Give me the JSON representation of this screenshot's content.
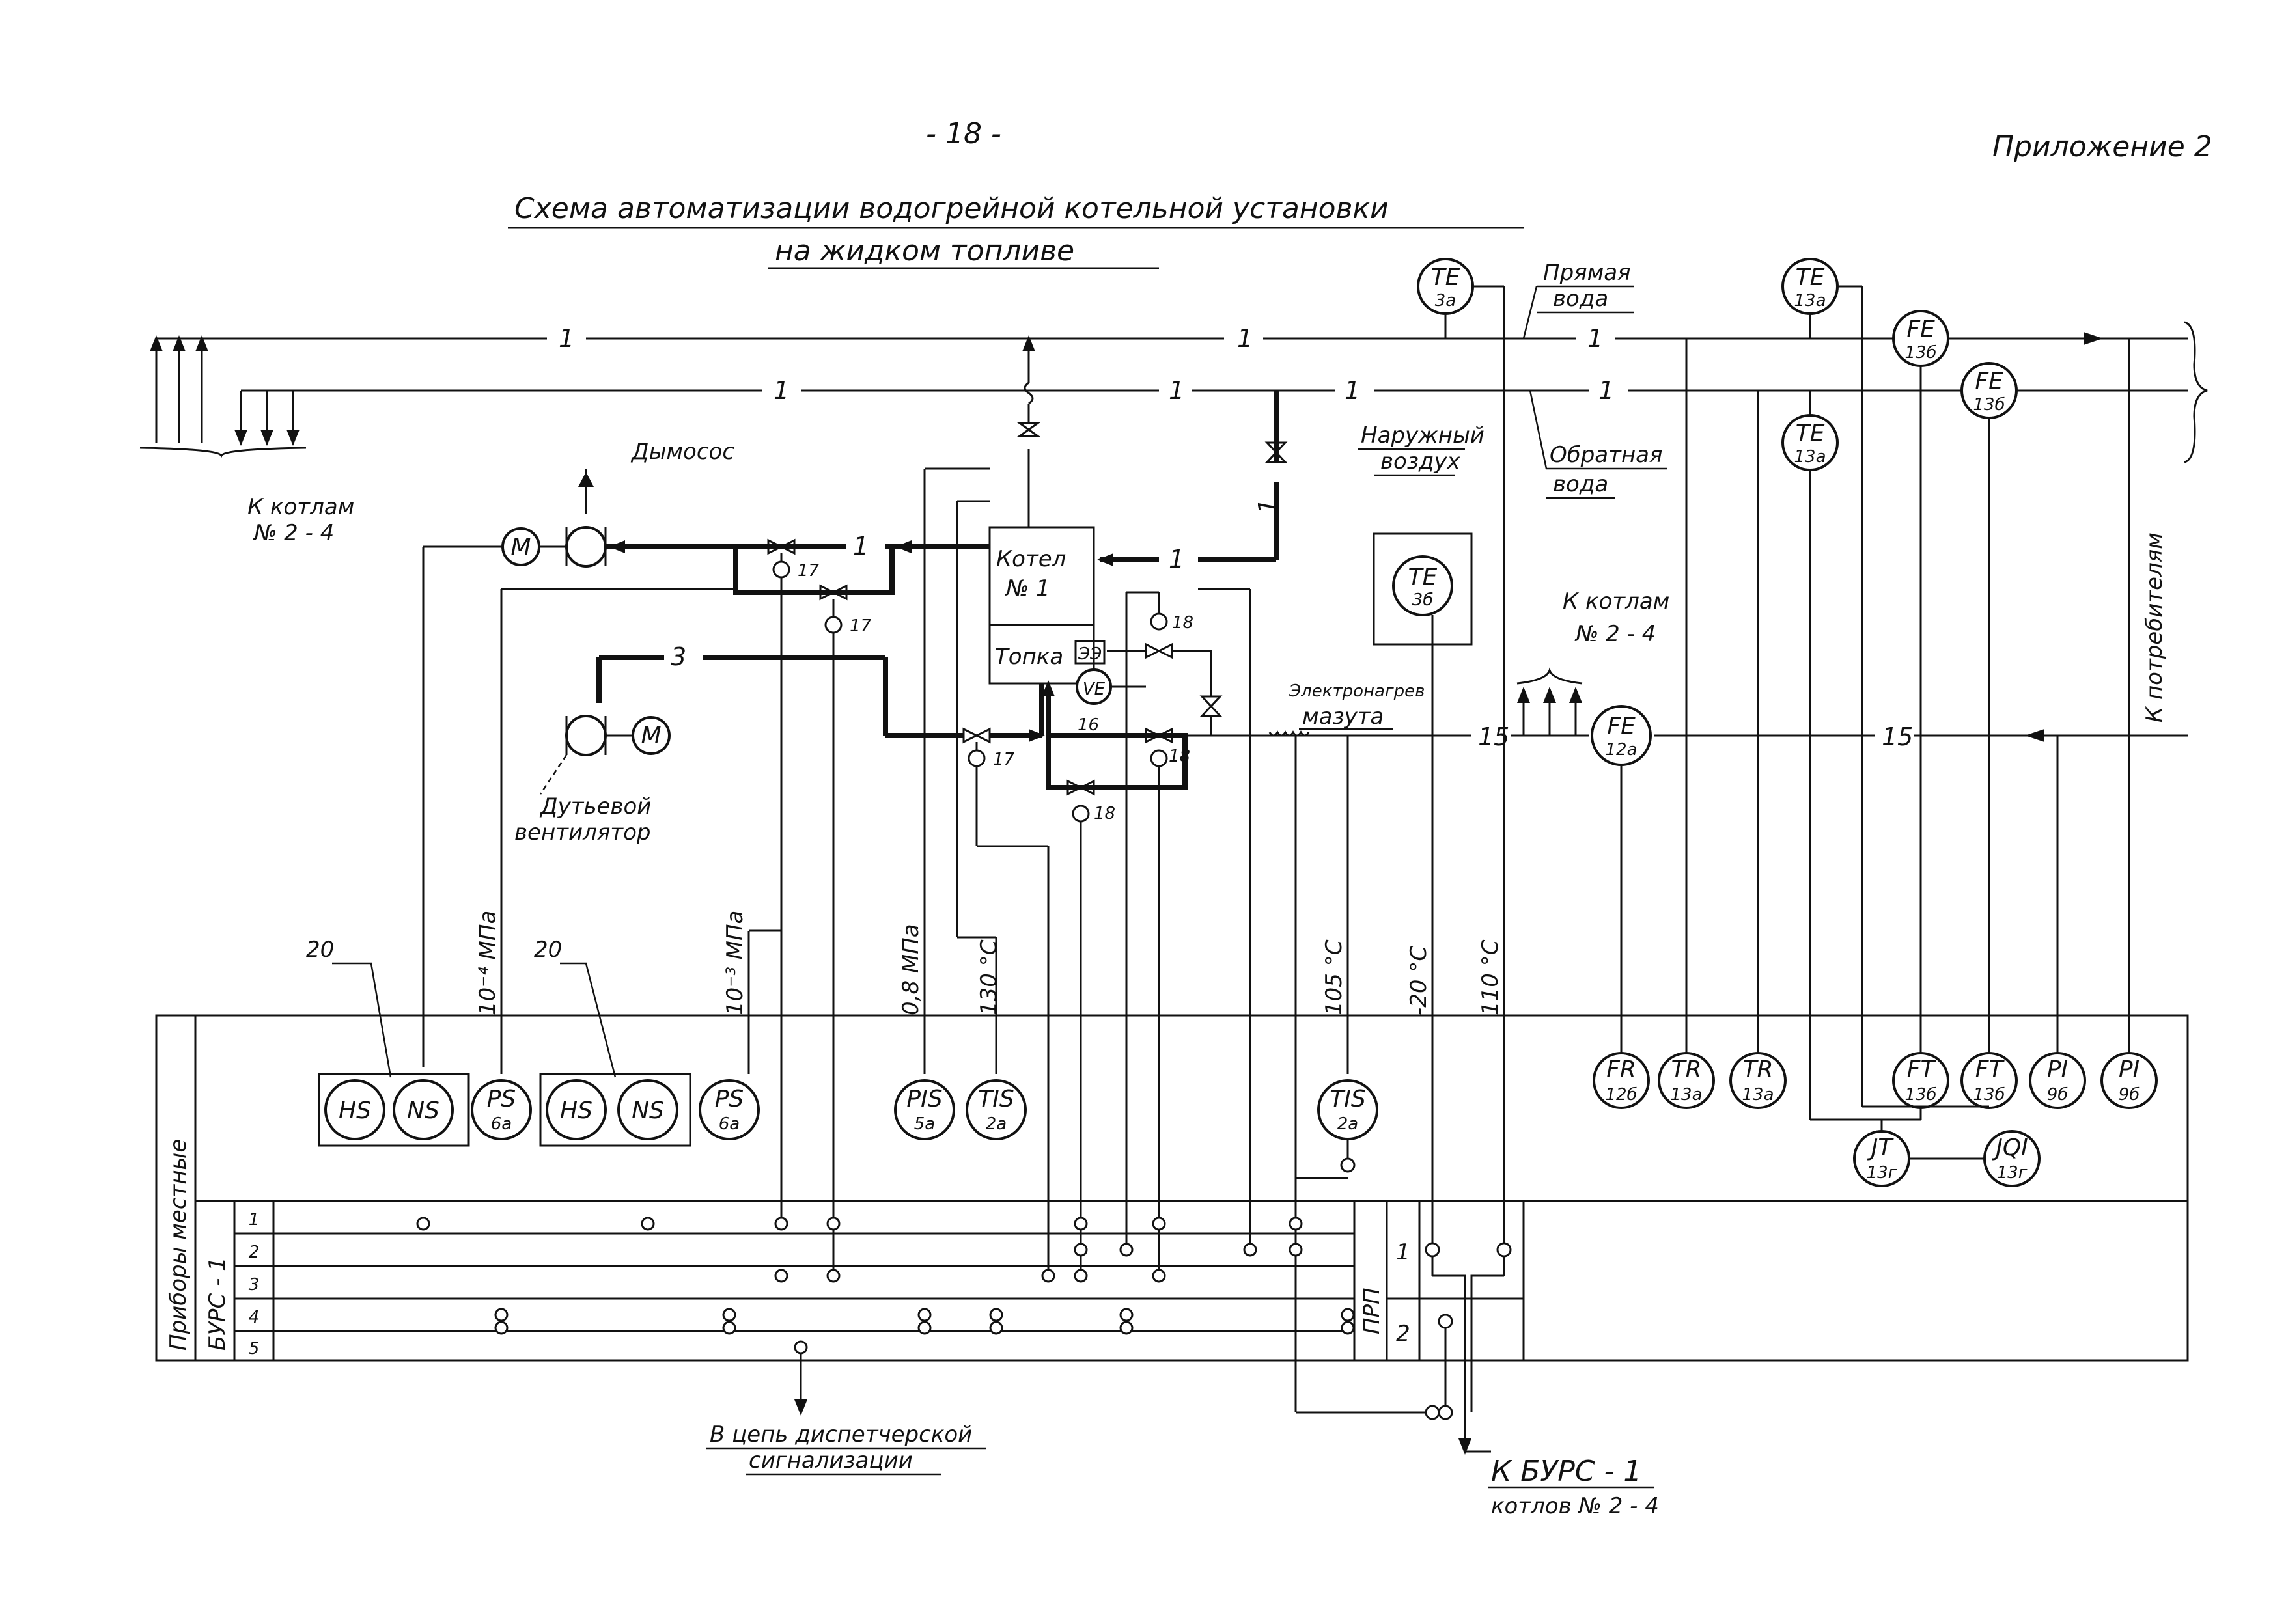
{
  "header": {
    "page_number": "- 18 -",
    "appendix": "Приложение 2",
    "title_line1": "Схема автоматизации водогрейной котельной установки",
    "title_line2": "на жидком топливе"
  },
  "labels": {
    "boilers_left": "К котлам",
    "boilers_left_num": "№ 2 - 4",
    "smoke_exhauster": "Дымосос",
    "boiler": "Котел",
    "boiler_num": "№ 1",
    "furnace": "Топка",
    "ee": "ЭЭ",
    "blower_fan1": "Дутьевой",
    "blower_fan2": "вентилятор",
    "direct_water1": "Прямая",
    "direct_water2": "вода",
    "return_water1": "Обратная",
    "return_water2": "вода",
    "outdoor_air1": "Наружный",
    "outdoor_air2": "воздух",
    "boilers_mid": "К котлам",
    "boilers_mid_num": "№ 2 - 4",
    "heater1": "Электронагрев",
    "heater2": "мазута",
    "consumers": "К потребителям",
    "local_devices": "Приборы местные",
    "burs1": "БУРС - 1",
    "prp": "ПРП",
    "dispatch1": "В цепь диспетчерской",
    "dispatch2": "сигнализации",
    "to_burs1": "К БУРС - 1",
    "to_burs2": "котлов № 2 - 4"
  },
  "pipe_numbers": {
    "one": "1",
    "three": "3",
    "fifteen": "15",
    "sixteen": "16",
    "seventeen": "17",
    "eighteen": "18",
    "twenty": "20"
  },
  "setpoints": {
    "p1": "10⁻⁴ МПа",
    "p2": "10⁻³ МПа",
    "p3": "0,8 МПа",
    "t1": "130 °С",
    "t2": "105 °С",
    "t3": "-20 °С",
    "t4": "110 °С"
  },
  "rows": [
    "1",
    "2",
    "3",
    "4",
    "5"
  ],
  "prp_rows": [
    "1",
    "2"
  ],
  "instruments": {
    "te3a": {
      "code": "TE",
      "sub": "3а"
    },
    "te13a_top": {
      "code": "TE",
      "sub": "13а"
    },
    "te13a_low": {
      "code": "TE",
      "sub": "13а"
    },
    "fe13b_1": {
      "code": "FE",
      "sub": "13б"
    },
    "fe13b_2": {
      "code": "FE",
      "sub": "13б"
    },
    "te3b": {
      "code": "TE",
      "sub": "3б"
    },
    "fe12a": {
      "code": "FE",
      "sub": "12а"
    },
    "ve": {
      "code": "VE",
      "sub": ""
    },
    "m1": {
      "code": "M",
      "sub": ""
    },
    "m2": {
      "code": "M",
      "sub": ""
    },
    "hs1": {
      "code": "HS",
      "sub": ""
    },
    "ns1": {
      "code": "NS",
      "sub": ""
    },
    "hs2": {
      "code": "HS",
      "sub": ""
    },
    "ns2": {
      "code": "NS",
      "sub": ""
    },
    "ps6a_1": {
      "code": "PS",
      "sub": "6а"
    },
    "ps6a_2": {
      "code": "PS",
      "sub": "6а"
    },
    "pis5a": {
      "code": "PIS",
      "sub": "5а"
    },
    "tis2a_1": {
      "code": "TIS",
      "sub": "2а"
    },
    "tis2a_2": {
      "code": "TIS",
      "sub": "2а"
    },
    "fr12b": {
      "code": "FR",
      "sub": "12б"
    },
    "tr13a_1": {
      "code": "TR",
      "sub": "13а"
    },
    "tr13a_2": {
      "code": "TR",
      "sub": "13а"
    },
    "ft13b_1": {
      "code": "FT",
      "sub": "13б"
    },
    "ft13b_2": {
      "code": "FT",
      "sub": "13б"
    },
    "pi9b_1": {
      "code": "PI",
      "sub": "9б"
    },
    "pi9b_2": {
      "code": "PI",
      "sub": "9б"
    },
    "jt13g": {
      "code": "JT",
      "sub": "13г"
    },
    "jqi13g": {
      "code": "JQI",
      "sub": "13г"
    }
  }
}
